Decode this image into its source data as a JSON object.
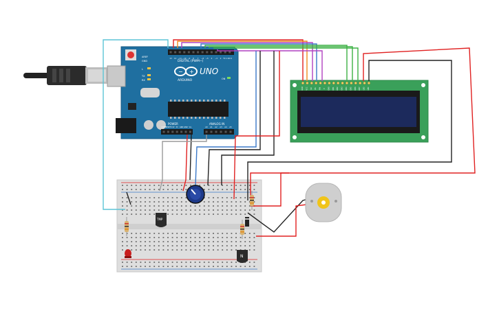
{
  "arduino": {
    "logo": "UNO",
    "brand": "ARDUINO",
    "digital_label": "DIGITAL (PWM~)",
    "power_label": "POWER",
    "analog_label": "ANALOG IN",
    "aref": "AREF",
    "gnd": "GND",
    "tx": "TX",
    "rx": "RX",
    "on": "ON",
    "l_led": "L",
    "digital_pins": [
      "13",
      "12",
      "~11",
      "~10",
      "~9",
      "8",
      "7",
      "~6",
      "~5",
      "4",
      "~3",
      "2",
      "TX 1",
      "RX 0"
    ],
    "power_pins": [
      "IOREF",
      "RESET",
      "3.3V",
      "5V",
      "GND",
      "GND",
      "Vin"
    ],
    "analog_pins": [
      "A0",
      "A1",
      "A2",
      "A3",
      "A4",
      "A5"
    ],
    "board_color": "#1f6fa0"
  },
  "lcd": {
    "pin_labels": [
      "GND",
      "VCC",
      "V0",
      "RS",
      "RW",
      "E",
      "DB0",
      "DB1",
      "DB2",
      "DB3",
      "DB4",
      "DB5",
      "DB6",
      "DB7",
      "LED",
      "LED"
    ],
    "pcb_color": "#3aa05a",
    "screen_color": "#1c2a5c"
  },
  "parts": {
    "temp_sensor_label": "TMP",
    "transistor_label": "N"
  },
  "colors": {
    "wire_red": "#e02020",
    "wire_black": "#222222",
    "wire_cyan": "#5bc4d6",
    "wire_green": "#3cb043",
    "wire_orange": "#f08a1c",
    "wire_purple": "#b040c0",
    "wire_gray": "#9a9a9a",
    "wire_blue": "#3a78c8"
  }
}
